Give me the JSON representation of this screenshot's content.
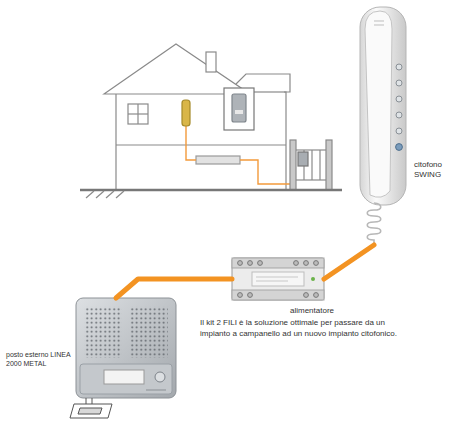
{
  "diagram": {
    "nodes": [
      {
        "text": [
          "citofono SWING"
        ]
      },
      {
        "text": [
          "alimentatore"
        ]
      },
      {
        "text": [
          "posto esterno LINEA 2000 METAL"
        ]
      }
    ],
    "edges": [
      {
        "from": 2,
        "to": 1,
        "arrow": "none"
      },
      {
        "from": 1,
        "to": 0,
        "arrow": "none"
      }
    ],
    "labels": [
      "Il kit 2 FILI è la soluzione ottimale per passare da un impianto a campanello ad un nuovo impianto citofonico."
    ]
  }
}
